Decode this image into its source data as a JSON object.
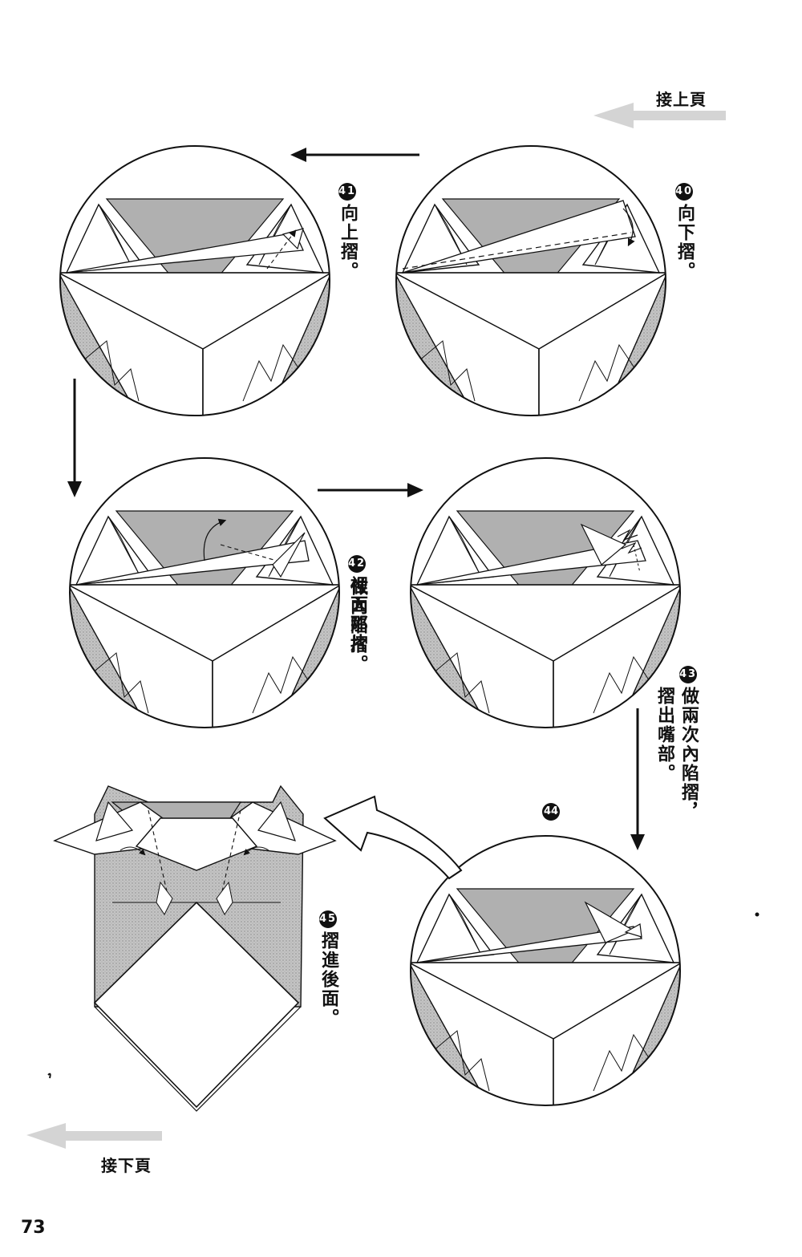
{
  "page": {
    "continue_from": "接上頁",
    "continue_to": "接下頁",
    "page_number": "73"
  },
  "steps": [
    {
      "num": "40",
      "text": "向下摺。"
    },
    {
      "num": "41",
      "text": "向上摺。"
    },
    {
      "num": "42",
      "text_line1": "裡面那片",
      "text_line2": "做內陷摺。"
    },
    {
      "num": "43",
      "text_line1": "做兩次內陷摺，",
      "text_line2": "摺出嘴部。"
    },
    {
      "num": "44"
    },
    {
      "num": "45",
      "text": "摺進後面。"
    }
  ],
  "colors": {
    "ink": "#111111",
    "shade": "#b3b3b3",
    "hint_arrow": "#cfcfcf"
  }
}
